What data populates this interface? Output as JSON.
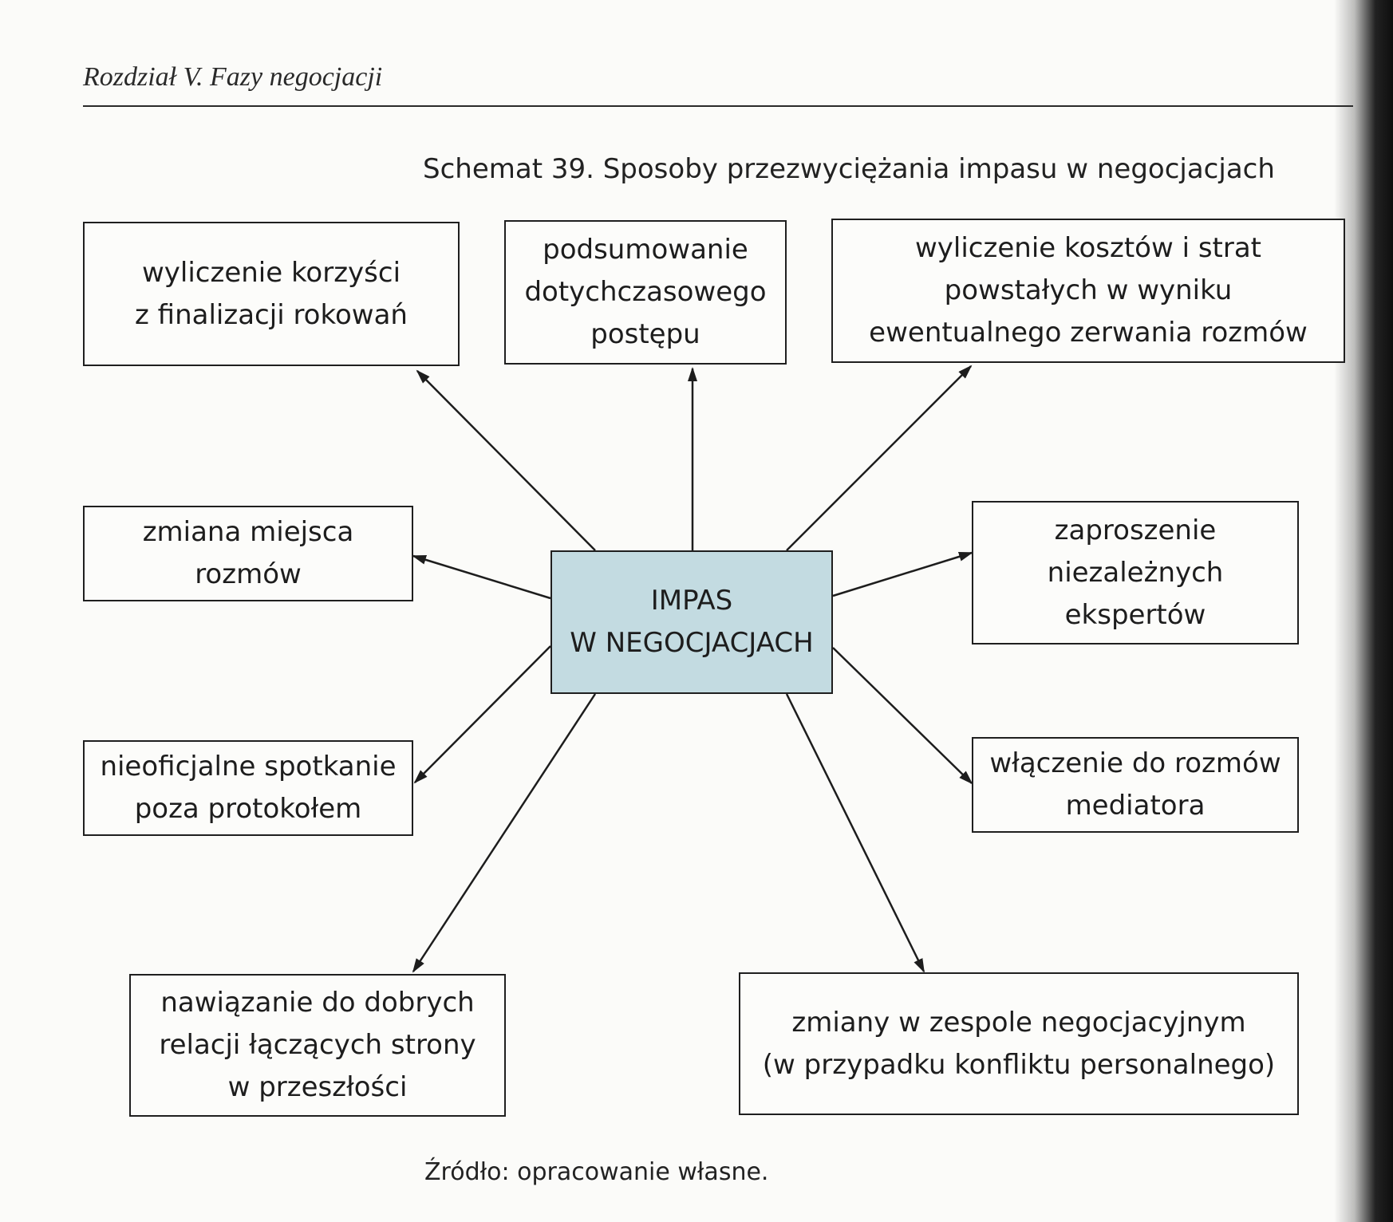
{
  "header": {
    "running_head": "Rozdział V. Fazy negocjacji"
  },
  "diagram": {
    "caption": "Schemat 39. Sposoby przezwyciężania impasu w negocjacjach",
    "center": "IMPAS\nW NEGOCJACJACH",
    "nodes": {
      "top_left": "wyliczenie korzyści\nz finalizacji rokowań",
      "top_center": "podsumowanie\ndotychczasowego\npostępu",
      "top_right": "wyliczenie kosztów i strat\npowstałych w wyniku\newentualnego zerwania rozmów",
      "mid_left": "zmiana miejsca\nrozmów",
      "mid_right": "zaproszenie\nniezależnych\nekspertów",
      "lower_left": "nieoficjalne spotkanie\npoza protokołem",
      "lower_right": "włączenie do rozmów\nmediatora",
      "bottom_left": "nawiązanie do dobrych\nrelacji łączących strony\nw przeszłości",
      "bottom_right": "zmiany w zespole negocjacyjnym\n(w przypadku konfliktu personalnego)"
    },
    "source": "Źródło: opracowanie własne."
  }
}
